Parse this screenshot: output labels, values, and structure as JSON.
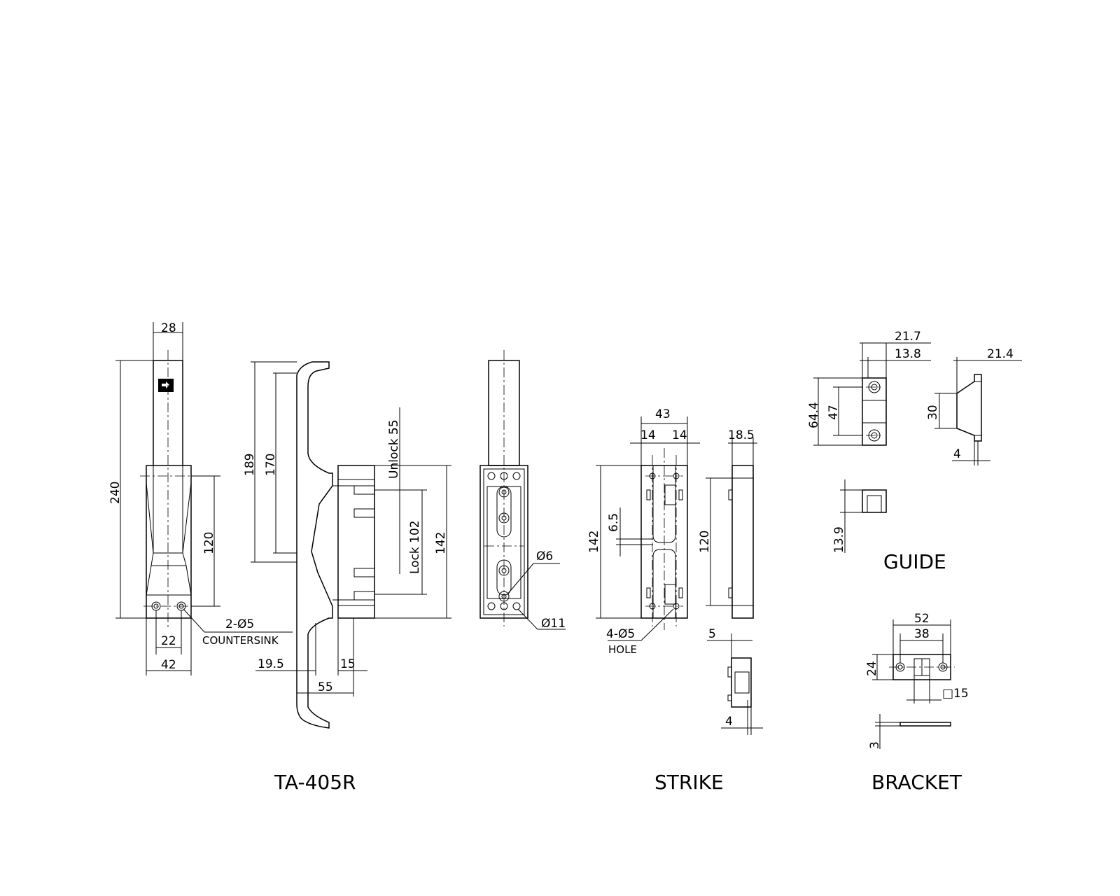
{
  "main_part": {
    "title": "TA-405R",
    "dims": {
      "top_width": "28",
      "total_height": "240",
      "hole_spacing": "120",
      "hole_pitch": "22",
      "base_width": "42",
      "holes": "2-Ø5",
      "countersink": "COUNTERSINK",
      "side_189": "189",
      "side_170": "170",
      "unlock": "Unlock 55",
      "lock": "Lock 102",
      "side_142": "142",
      "offset_19_5": "19.5",
      "offset_15": "15",
      "depth_55": "55",
      "back_d6": "Ø6",
      "back_d11": "Ø11"
    }
  },
  "strike": {
    "title": "STRIKE",
    "dims": {
      "width_43": "43",
      "left_14": "14",
      "right_14": "14",
      "height_142": "142",
      "gap_6_5": "6.5",
      "holes": "4-Ø5",
      "hole_label": "HOLE",
      "side_18_5": "18.5",
      "side_120": "120",
      "top_5": "5",
      "bottom_4": "4"
    }
  },
  "guide": {
    "title": "GUIDE",
    "dims": {
      "w_21_7": "21.7",
      "w_13_8": "13.8",
      "h_64_4": "64.4",
      "h_47": "47",
      "side_21_4": "21.4",
      "side_30": "30",
      "side_4": "4",
      "small_13_9": "13.9"
    }
  },
  "bracket": {
    "title": "BRACKET",
    "dims": {
      "w_52": "52",
      "w_38": "38",
      "h_24": "24",
      "square_15": "□15",
      "t_3": "3"
    }
  }
}
